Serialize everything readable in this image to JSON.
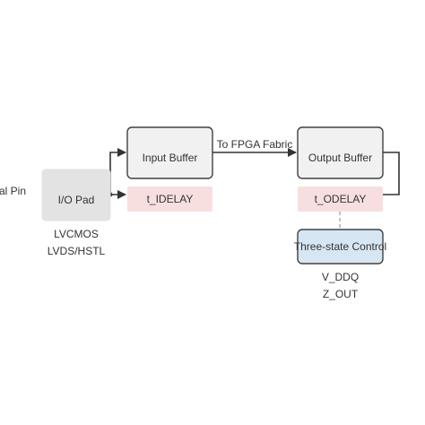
{
  "colors": {
    "box_fill": "#f1f1f1",
    "box_stroke": "#404040",
    "pad_fill": "#e3e3e3",
    "delay_fill": "#f8dfdf",
    "control_fill": "#d6e6f3",
    "line": "#333333",
    "dashed": "#999999"
  },
  "nodes": {
    "external_pin": "al Pin",
    "io_pad": "I/O Pad",
    "input_buffer": "Input Buffer",
    "output_buffer": "Output Buffer",
    "t_idelay": "t_IDELAY",
    "t_odelay": "t_ODELAY",
    "three_state": "Three-state Control"
  },
  "annotations": {
    "pad_std_1": "LVCMOS",
    "pad_std_2": "LVDS/HSTL",
    "ctrl_1": "V_DDQ",
    "ctrl_2": "Z_OUT"
  },
  "edges": {
    "to_fabric": "To FPGA Fabric"
  }
}
